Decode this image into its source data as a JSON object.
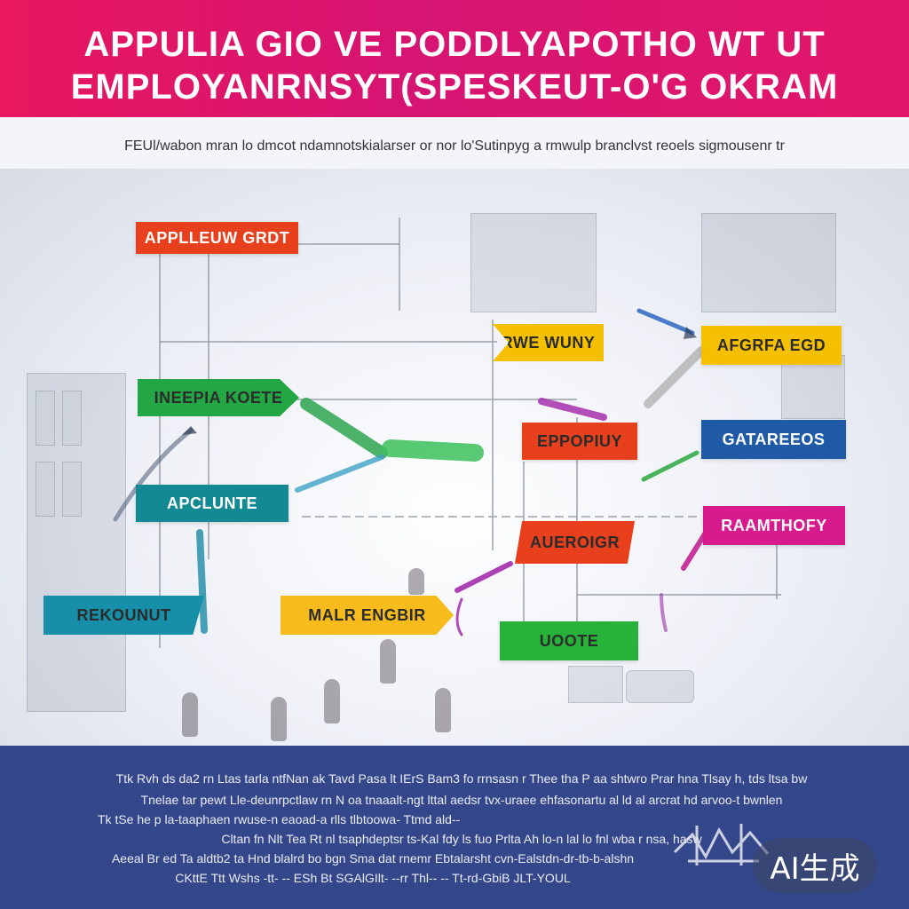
{
  "header": {
    "title_line1": "APPULIA GIO  VE PODDLYAPOTHO WT  UT",
    "title_line2": "EMPLOYANRNSYT(SPESKEUT-O'G OKRAM"
  },
  "subtitle": "FEUl/wabon mran lo dmcot ndamnotskialarser or nor lo'Sutinpyg a rmwulp branclvst reoels sigmousenr tr",
  "nodes": [
    {
      "label": "APPLLEUW GRDT",
      "color": "#e8401c"
    },
    {
      "label": "RWE WUNY",
      "color": "#f5c000"
    },
    {
      "label": "AFGRFA EGD",
      "color": "#f5c000"
    },
    {
      "label": "INEEPIA KOETE",
      "color": "#22a744"
    },
    {
      "label": "EPPOPIUY",
      "color": "#e8401c"
    },
    {
      "label": "GATAREEOS",
      "color": "#1f5aa6"
    },
    {
      "label": "APCLUNTE",
      "color": "#138a93"
    },
    {
      "label": "AUEROIGR",
      "color": "#e8401c"
    },
    {
      "label": "RAAMTHOFY",
      "color": "#d81b8c"
    },
    {
      "label": "REKOUNUT",
      "color": "#178fa8"
    },
    {
      "label": "MALR ENGBIR",
      "color": "#f7bc1c"
    },
    {
      "label": "UOOTE",
      "color": "#27b23a"
    }
  ],
  "footer": {
    "lines": [
      "Ttk Rvh ds da2 rn Ltas tarla ntfNan ak Tavd Pasa lt IErS Bam3 fo rrnsasn r Thee tha P aa shtwro Prar hna Tlsay h, tds ltsa bw",
      "Tnelae tar pewt Lle-deunrpctlaw rn N oa tnaaalt-ngt lttal aedsr tvx-uraee ehfasonartu al ld al arcrat hd arvoo-t bwnlen",
      "Tk tSe he p la-taaphaen rwuse-n eaoad-a rlls tlbtoowa- Ttmd ald--",
      "Cltan fn Nlt Tea Rt nl tsaphdeptsr ts-Kal fdy ls fuo Prlta Ah lo-n lal lo fnl wba r nsa, hasw",
      "Aeeal Br ed Ta aldtb2 ta Hnd blalrd bo bgn Sma dat rnemr Ebtalarsht cvn-Ealstdn-dr-tb-b-alshn",
      "CKttE Ttt Wshs -tt- -- ESh Bt SGAlGIlt- --rr Thl-- -- Tt-rd-GbiB JLT-YOUL"
    ],
    "badge": "AI生成"
  },
  "colors": {
    "header": "#e0176a",
    "footer": "#34478b"
  }
}
